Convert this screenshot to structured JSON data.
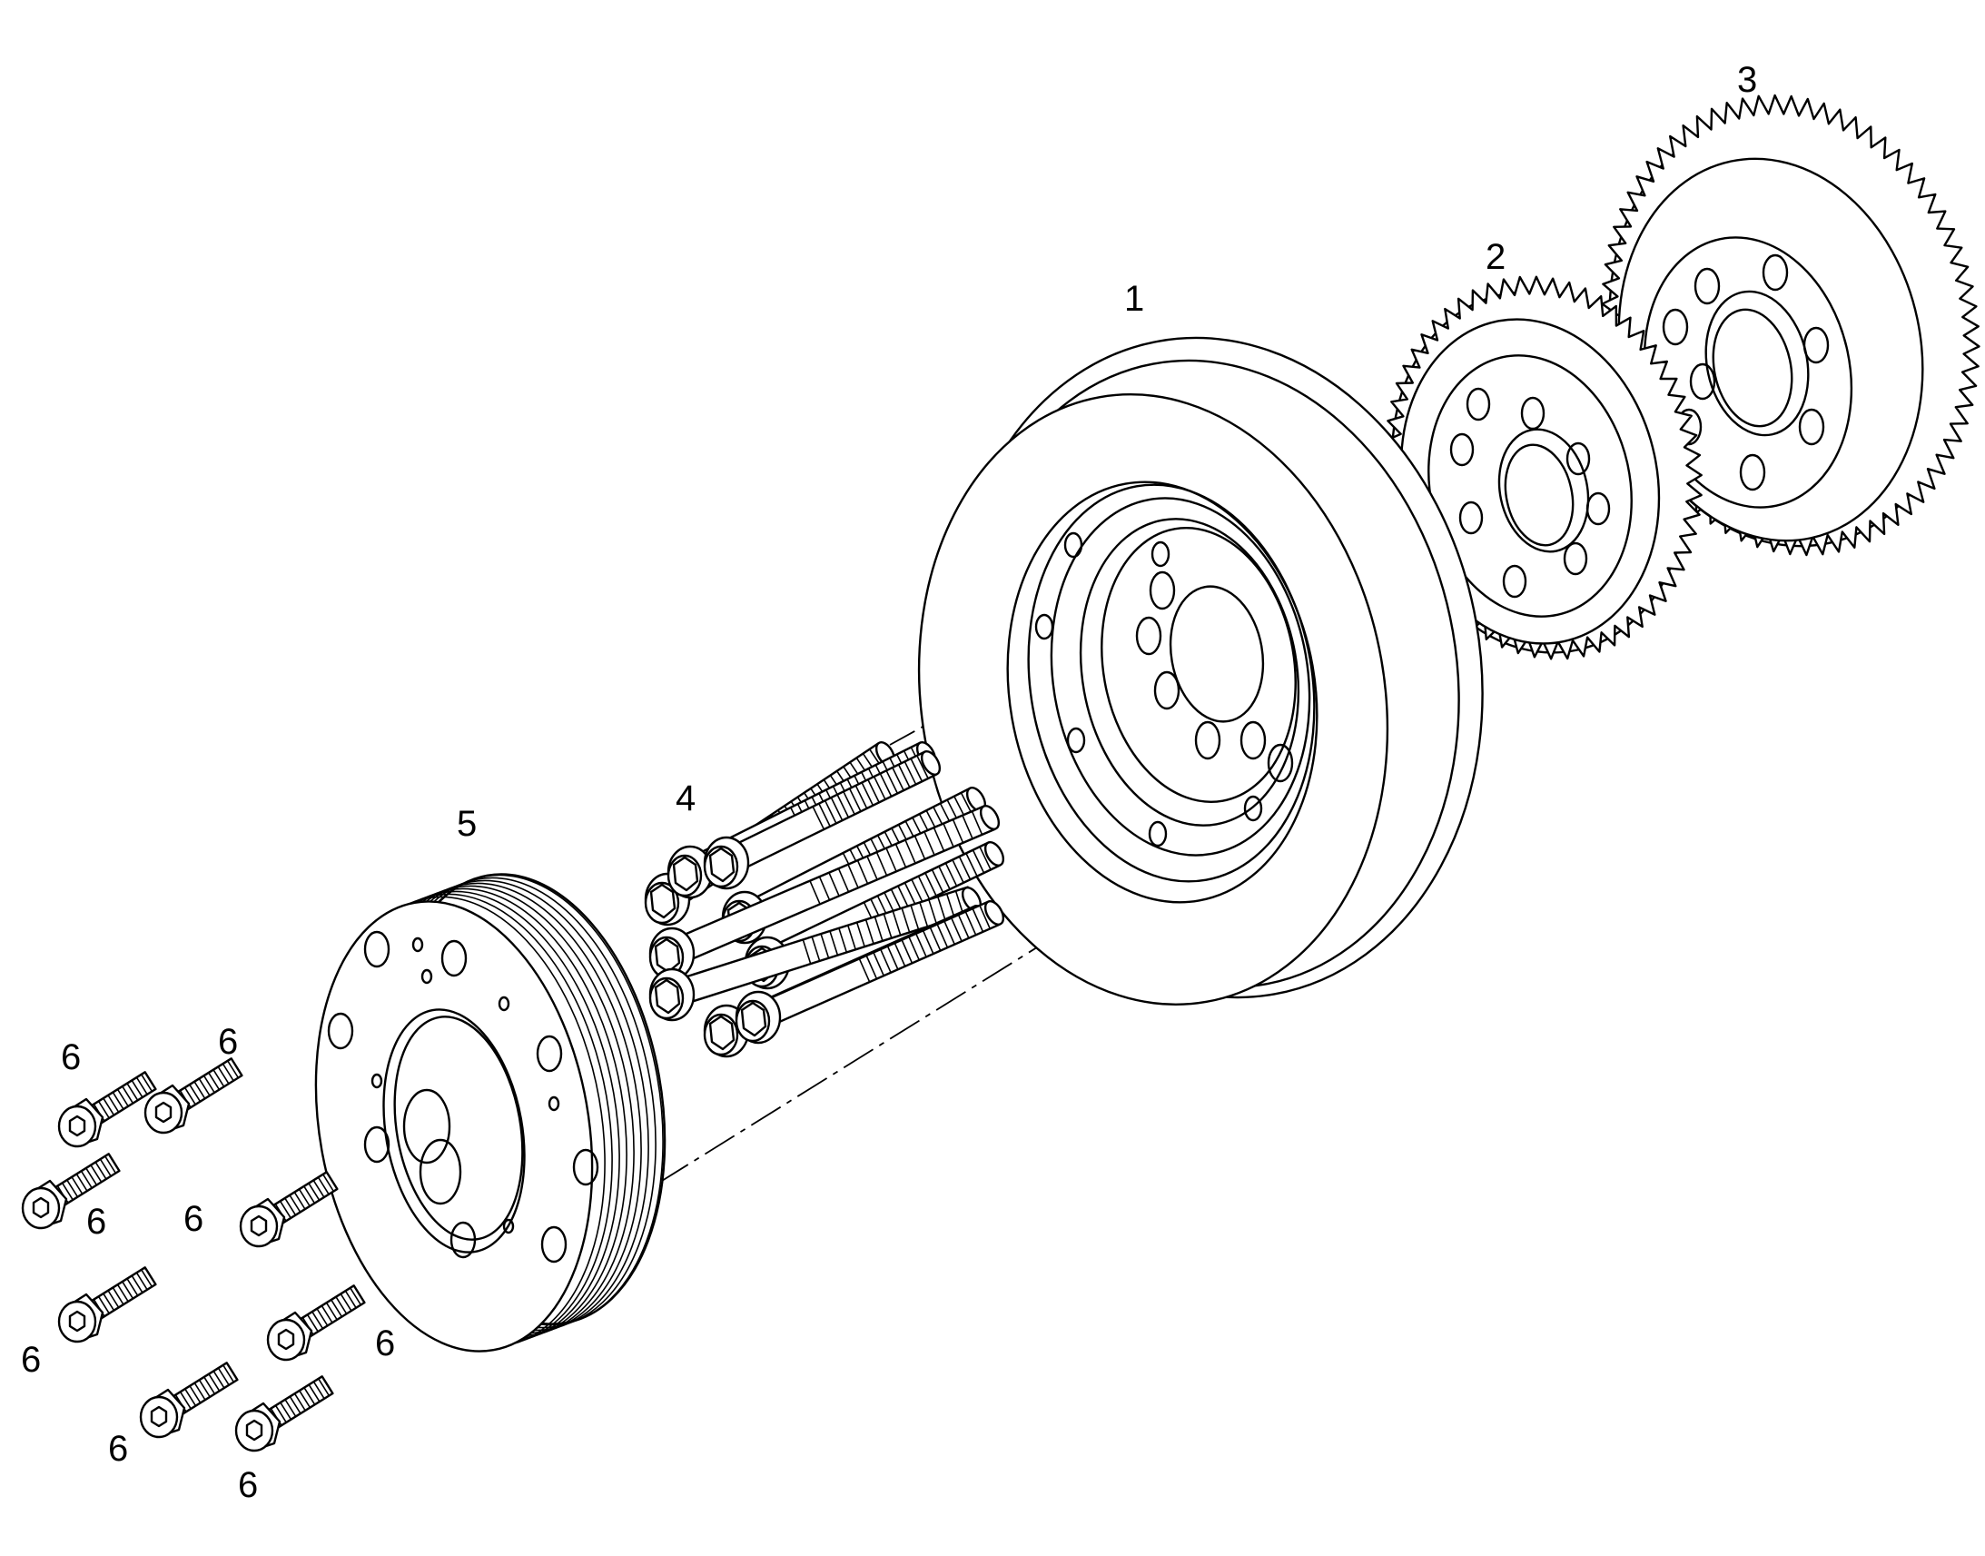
{
  "callouts": {
    "part_1": "1",
    "part_2": "2",
    "part_3": "3",
    "part_4": "4",
    "part_5": "5",
    "part_6": [
      "6",
      "6",
      "6",
      "6",
      "6",
      "6",
      "6",
      "6"
    ]
  },
  "colors": {
    "line": "#000000",
    "background": "#ffffff"
  }
}
